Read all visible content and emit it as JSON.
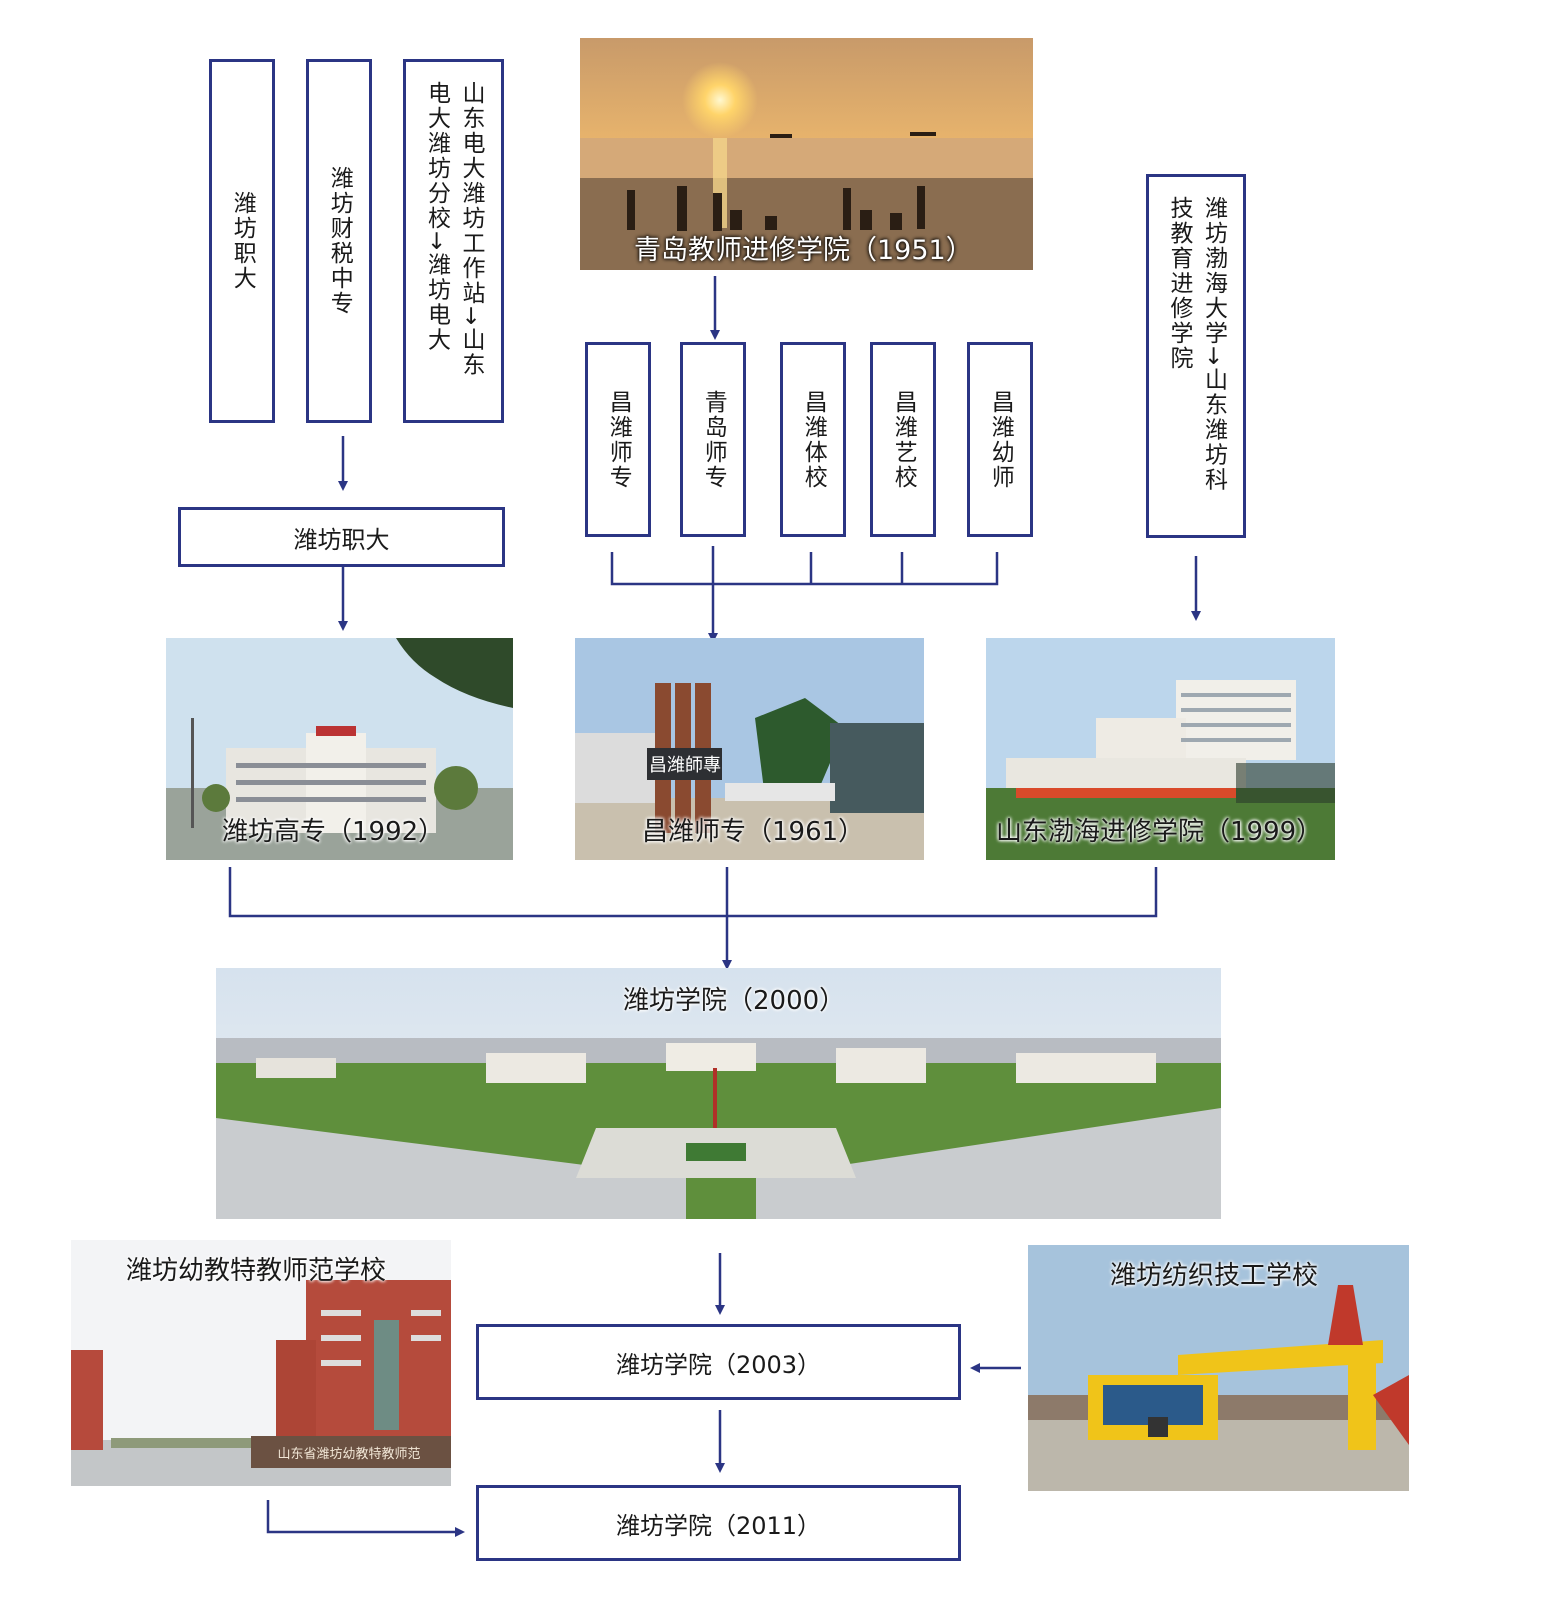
{
  "top_boxes": {
    "weifang_zhida_old": "潍坊职大",
    "caishui": "潍坊财税中专",
    "diantai": "山东电大潍坊工作站→山东电大潍坊分校→潍坊电大",
    "bohai_daxue": "潍坊渤海大学→山东潍坊科技教育进修学院"
  },
  "mid_boxes": {
    "changwei_shizhuan": "昌潍师专",
    "qingdao_shizhuan": "青岛师专",
    "changwei_tixiao": "昌潍体校",
    "changwei_yixiao": "昌潍艺校",
    "changwei_youshi": "昌潍幼师"
  },
  "weifang_zhida_box": "潍坊职大",
  "captions": {
    "qingdao": "青岛教师进修学院（1951）",
    "gaozhuan": "潍坊高专（1992）",
    "shizhuan": "昌潍师专（1961）",
    "bohai": "山东渤海进修学院（1999）",
    "xueyuan_2000": "潍坊学院（2000）",
    "youjiao": "潍坊幼教特教师范学校",
    "fangzhi": "潍坊纺织技工学校"
  },
  "photo_signs": {
    "shizhuan_gate": "昌潍師專",
    "youjiao_sign": "山东省潍坊幼教特教师范"
  },
  "bottom_boxes": {
    "xueyuan_2003": "潍坊学院（2003）",
    "xueyuan_2011": "潍坊学院（2011）"
  },
  "colors": {
    "border": "#2b3584",
    "arrow": "#2b3584"
  }
}
